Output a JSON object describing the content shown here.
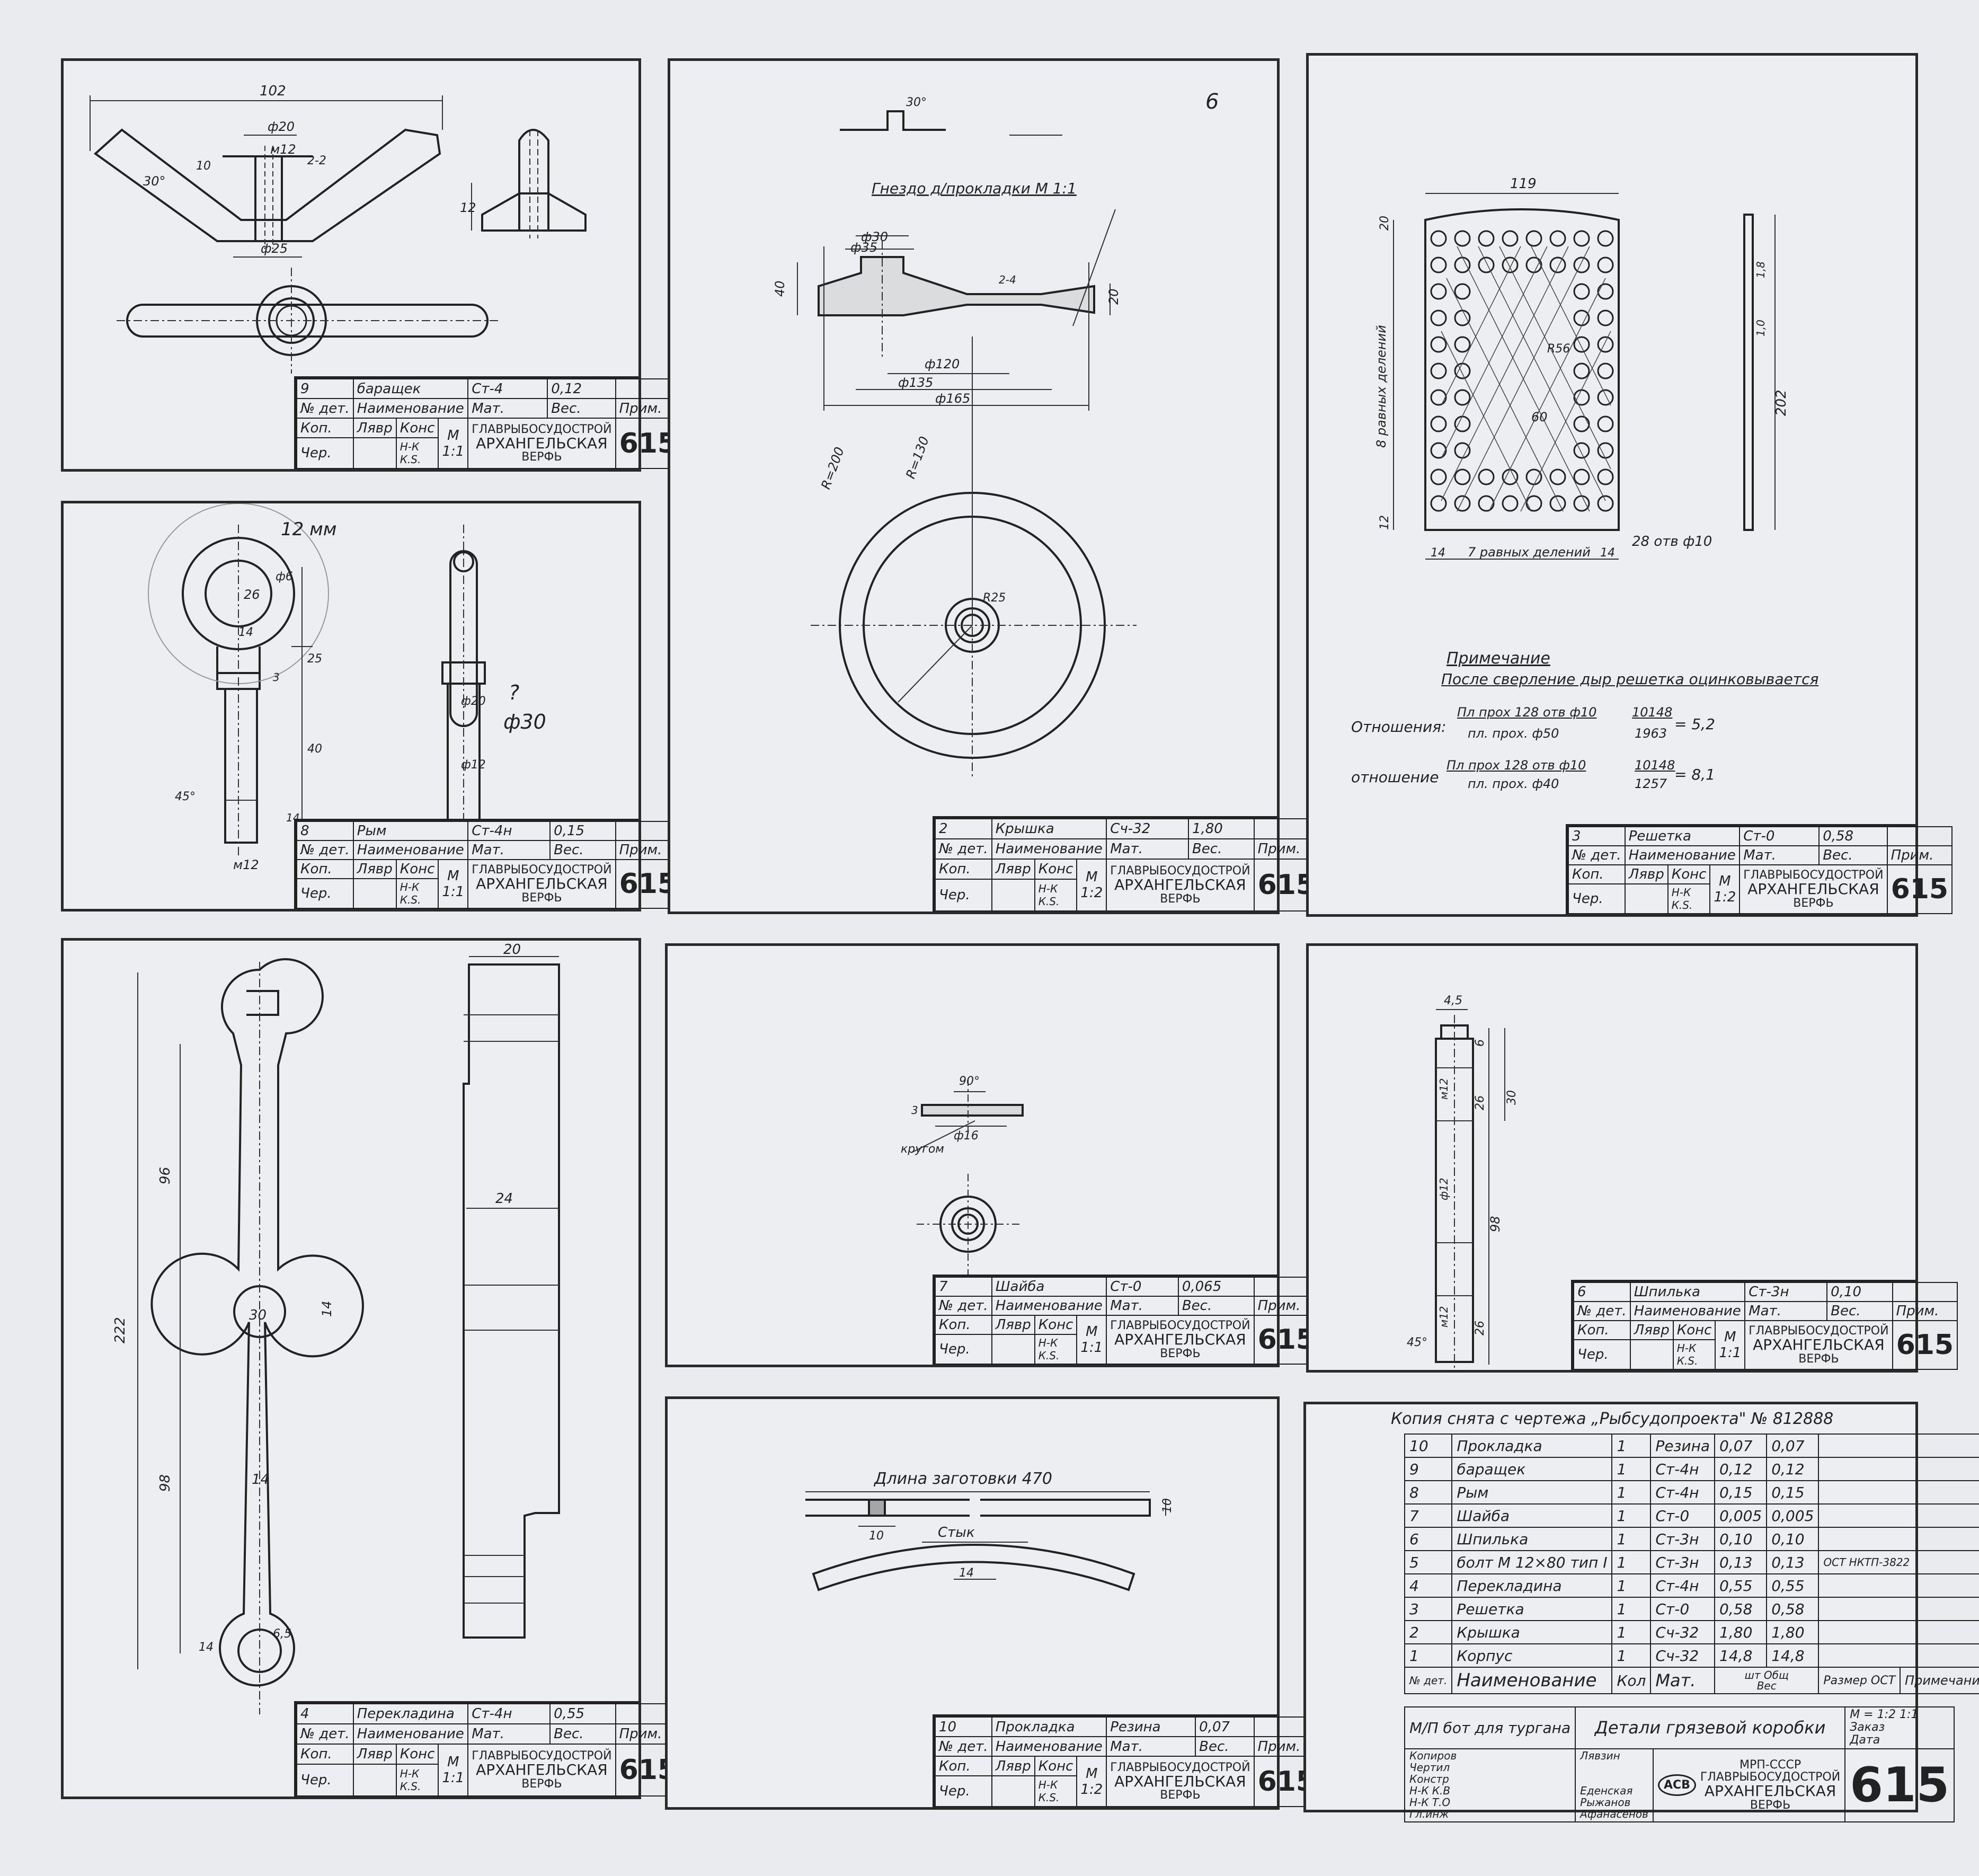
{
  "panels": [
    {
      "id": "p9",
      "num": "9",
      "name": "баращек",
      "mat": "Ст-4",
      "weight": "0,12",
      "scale": "1:1",
      "sheet": "615"
    },
    {
      "id": "p8",
      "num": "8",
      "name": "Рым",
      "mat": "Ст-4н",
      "weight": "0,15",
      "scale": "1:1",
      "sheet": "615"
    },
    {
      "id": "p4",
      "num": "4",
      "name": "Перекладина",
      "mat": "Ст-4н",
      "weight": "0,55",
      "scale": "1:1",
      "sheet": "615"
    },
    {
      "id": "p2",
      "num": "2",
      "name": "Крышка",
      "mat": "Сч-32",
      "weight": "1,80",
      "scale": "1:2",
      "sheet": "615"
    },
    {
      "id": "p7",
      "num": "7",
      "name": "Шайба",
      "mat": "Ст-0",
      "weight": "0,065",
      "scale": "1:1",
      "sheet": "615"
    },
    {
      "id": "p10",
      "num": "10",
      "name": "Прокладка",
      "mat": "Резина",
      "weight": "0,07",
      "scale": "1:2",
      "sheet": "615"
    },
    {
      "id": "p3",
      "num": "3",
      "name": "Решетка",
      "mat": "Ст-0",
      "weight": "0,58",
      "scale": "1:2",
      "sheet": "615"
    },
    {
      "id": "p6",
      "num": "6",
      "name": "Шпилька",
      "mat": "Ст-3н",
      "weight": "0,10",
      "scale": "1:1",
      "sheet": "615"
    }
  ],
  "titleblock_labels": {
    "det_no": "№ дет.",
    "name": "Наименование",
    "mat": "Мат.",
    "weight": "Вес.",
    "note": "Прим.",
    "kop": "Коп.",
    "lyavr": "Лявр",
    "kon": "Конс",
    "cher": "Чер.",
    "nk": "Н-К",
    "ks": "К.S.",
    "m": "М",
    "factory_top": "ГЛАВРЫБОСУДОСТРОЙ",
    "factory_mid": "АРХАНГЕЛЬСКАЯ",
    "factory_bot": "ВЕРФЬ"
  },
  "dims": {
    "p9": {
      "w": "102",
      "d1": "ф20",
      "d2": "м12",
      "d3": "ф25",
      "h": "12",
      "ang": "30°",
      "c": "2-2",
      "r": "10"
    },
    "p8": {
      "d": "26",
      "d2": "ф6",
      "w": "14",
      "h1": "25",
      "h2": "40",
      "d3": "ф20",
      "d4": "ф12",
      "m": "м12",
      "ang": "45°",
      "t": "3",
      "h3": "14",
      "hand1": "12 мм",
      "hand2": "ф30",
      "hand3": "?"
    },
    "p4": {
      "top": "20",
      "len": "222",
      "l1": "96",
      "l2": "98",
      "d": "30",
      "w": "14",
      "w2": "24",
      "r": "14",
      "side": "14",
      "r2": "6,5"
    },
    "p2": {
      "d35": "ф35",
      "d30": "ф30",
      "d120": "ф120",
      "d135": "ф135",
      "d165": "ф165",
      "h40": "40",
      "h20": "20",
      "r200": "R=200",
      "r130": "R=130",
      "r25": "R25",
      "ang": "30°",
      "nest": "Гнездо д/прокладки М 1:1",
      "z4": "2-4",
      "six": "6"
    },
    "p7": {
      "ang": "90°",
      "d16": "ф16",
      "t": "3",
      "label": "кругом"
    },
    "p10": {
      "len": "Длина заготовки 470",
      "w": "10",
      "t": "10",
      "joint": "Стык",
      "j": "14"
    },
    "p3": {
      "w": "119",
      "top": "20",
      "bot": "12",
      "side": "14",
      "len": "202",
      "vert": "8 равных делений",
      "horz": "7 равных делений",
      "holes": "28 отв ф10",
      "ang": "60",
      "r": "R56",
      "t1": "1,8",
      "t2": "1,0"
    },
    "p6": {
      "t": "4,5",
      "top": "6",
      "m12a": "м12",
      "m12b": "м12",
      "d12": "ф12",
      "a": "26",
      "b": "30",
      "len": "98",
      "c": "26",
      "ang": "45°"
    }
  },
  "notes": {
    "title": "Примечание",
    "line1": "После сверление дыр решетка оцинковывается",
    "r1_label": "Отношения:",
    "r1_num": "Пл прох 128 отв ф10",
    "r1_den": "пл. прох. ф50",
    "r1_vnum": "10148",
    "r1_vden": "1963",
    "r1_res": "= 5,2",
    "r2_label": "отношение",
    "r2_num": "Пл прох 128 отв ф10",
    "r2_den": "пл. прох. ф40",
    "r2_vnum": "10148",
    "r2_vden": "1257",
    "r2_res": "= 8,1"
  },
  "bom": {
    "header": "Копия снята с чертежа „Рыбсудопроекта\" № 812888",
    "rows": [
      [
        "10",
        "Прокладка",
        "1",
        "Резина",
        "0,07",
        "0,07",
        ""
      ],
      [
        "9",
        "баращек",
        "1",
        "Ст-4н",
        "0,12",
        "0,12",
        ""
      ],
      [
        "8",
        "Рым",
        "1",
        "Ст-4н",
        "0,15",
        "0,15",
        ""
      ],
      [
        "7",
        "Шайба",
        "1",
        "Ст-0",
        "0,005",
        "0,005",
        ""
      ],
      [
        "6",
        "Шпилька",
        "1",
        "Ст-3н",
        "0,10",
        "0,10",
        ""
      ],
      [
        "5",
        "болт М 12×80 тип I",
        "1",
        "Ст-3н",
        "0,13",
        "0,13",
        "ОСТ НКТП-3822"
      ],
      [
        "4",
        "Перекладина",
        "1",
        "Ст-4н",
        "0,55",
        "0,55",
        ""
      ],
      [
        "3",
        "Решетка",
        "1",
        "Ст-0",
        "0,58",
        "0,58",
        ""
      ],
      [
        "2",
        "Крышка",
        "1",
        "Сч-32",
        "1,80",
        "1,80",
        ""
      ],
      [
        "1",
        "Корпус",
        "1",
        "Сч-32",
        "14,8",
        "14,8",
        ""
      ]
    ],
    "cols": [
      "№ дет.",
      "Наименование",
      "Кол",
      "Мат.",
      "шт",
      "Общ",
      "Размер ОСТ",
      "Примечание"
    ],
    "ves": "Вес",
    "project": "М/П бот для тургана",
    "title": "Детали грязевой коробки",
    "scale": "М = 1:2 1:1",
    "order": "Заказ",
    "date": "Дата",
    "roles": [
      "Копиров",
      "Чертил",
      "Констр",
      "Н-К К.В",
      "Н-К Т.О",
      "Гл.инж"
    ],
    "signs": [
      "Лявзин",
      "",
      "",
      "Еденская",
      "Рыжанов",
      "Афанасенов"
    ],
    "org1": "МРП-СССР",
    "org2": "ГЛАВРЫБОСУДОСТРОЙ",
    "org3": "АРХАНГЕЛЬСКАЯ",
    "org4": "ВЕРФЬ",
    "logo": "АСВ",
    "sheet": "615"
  }
}
